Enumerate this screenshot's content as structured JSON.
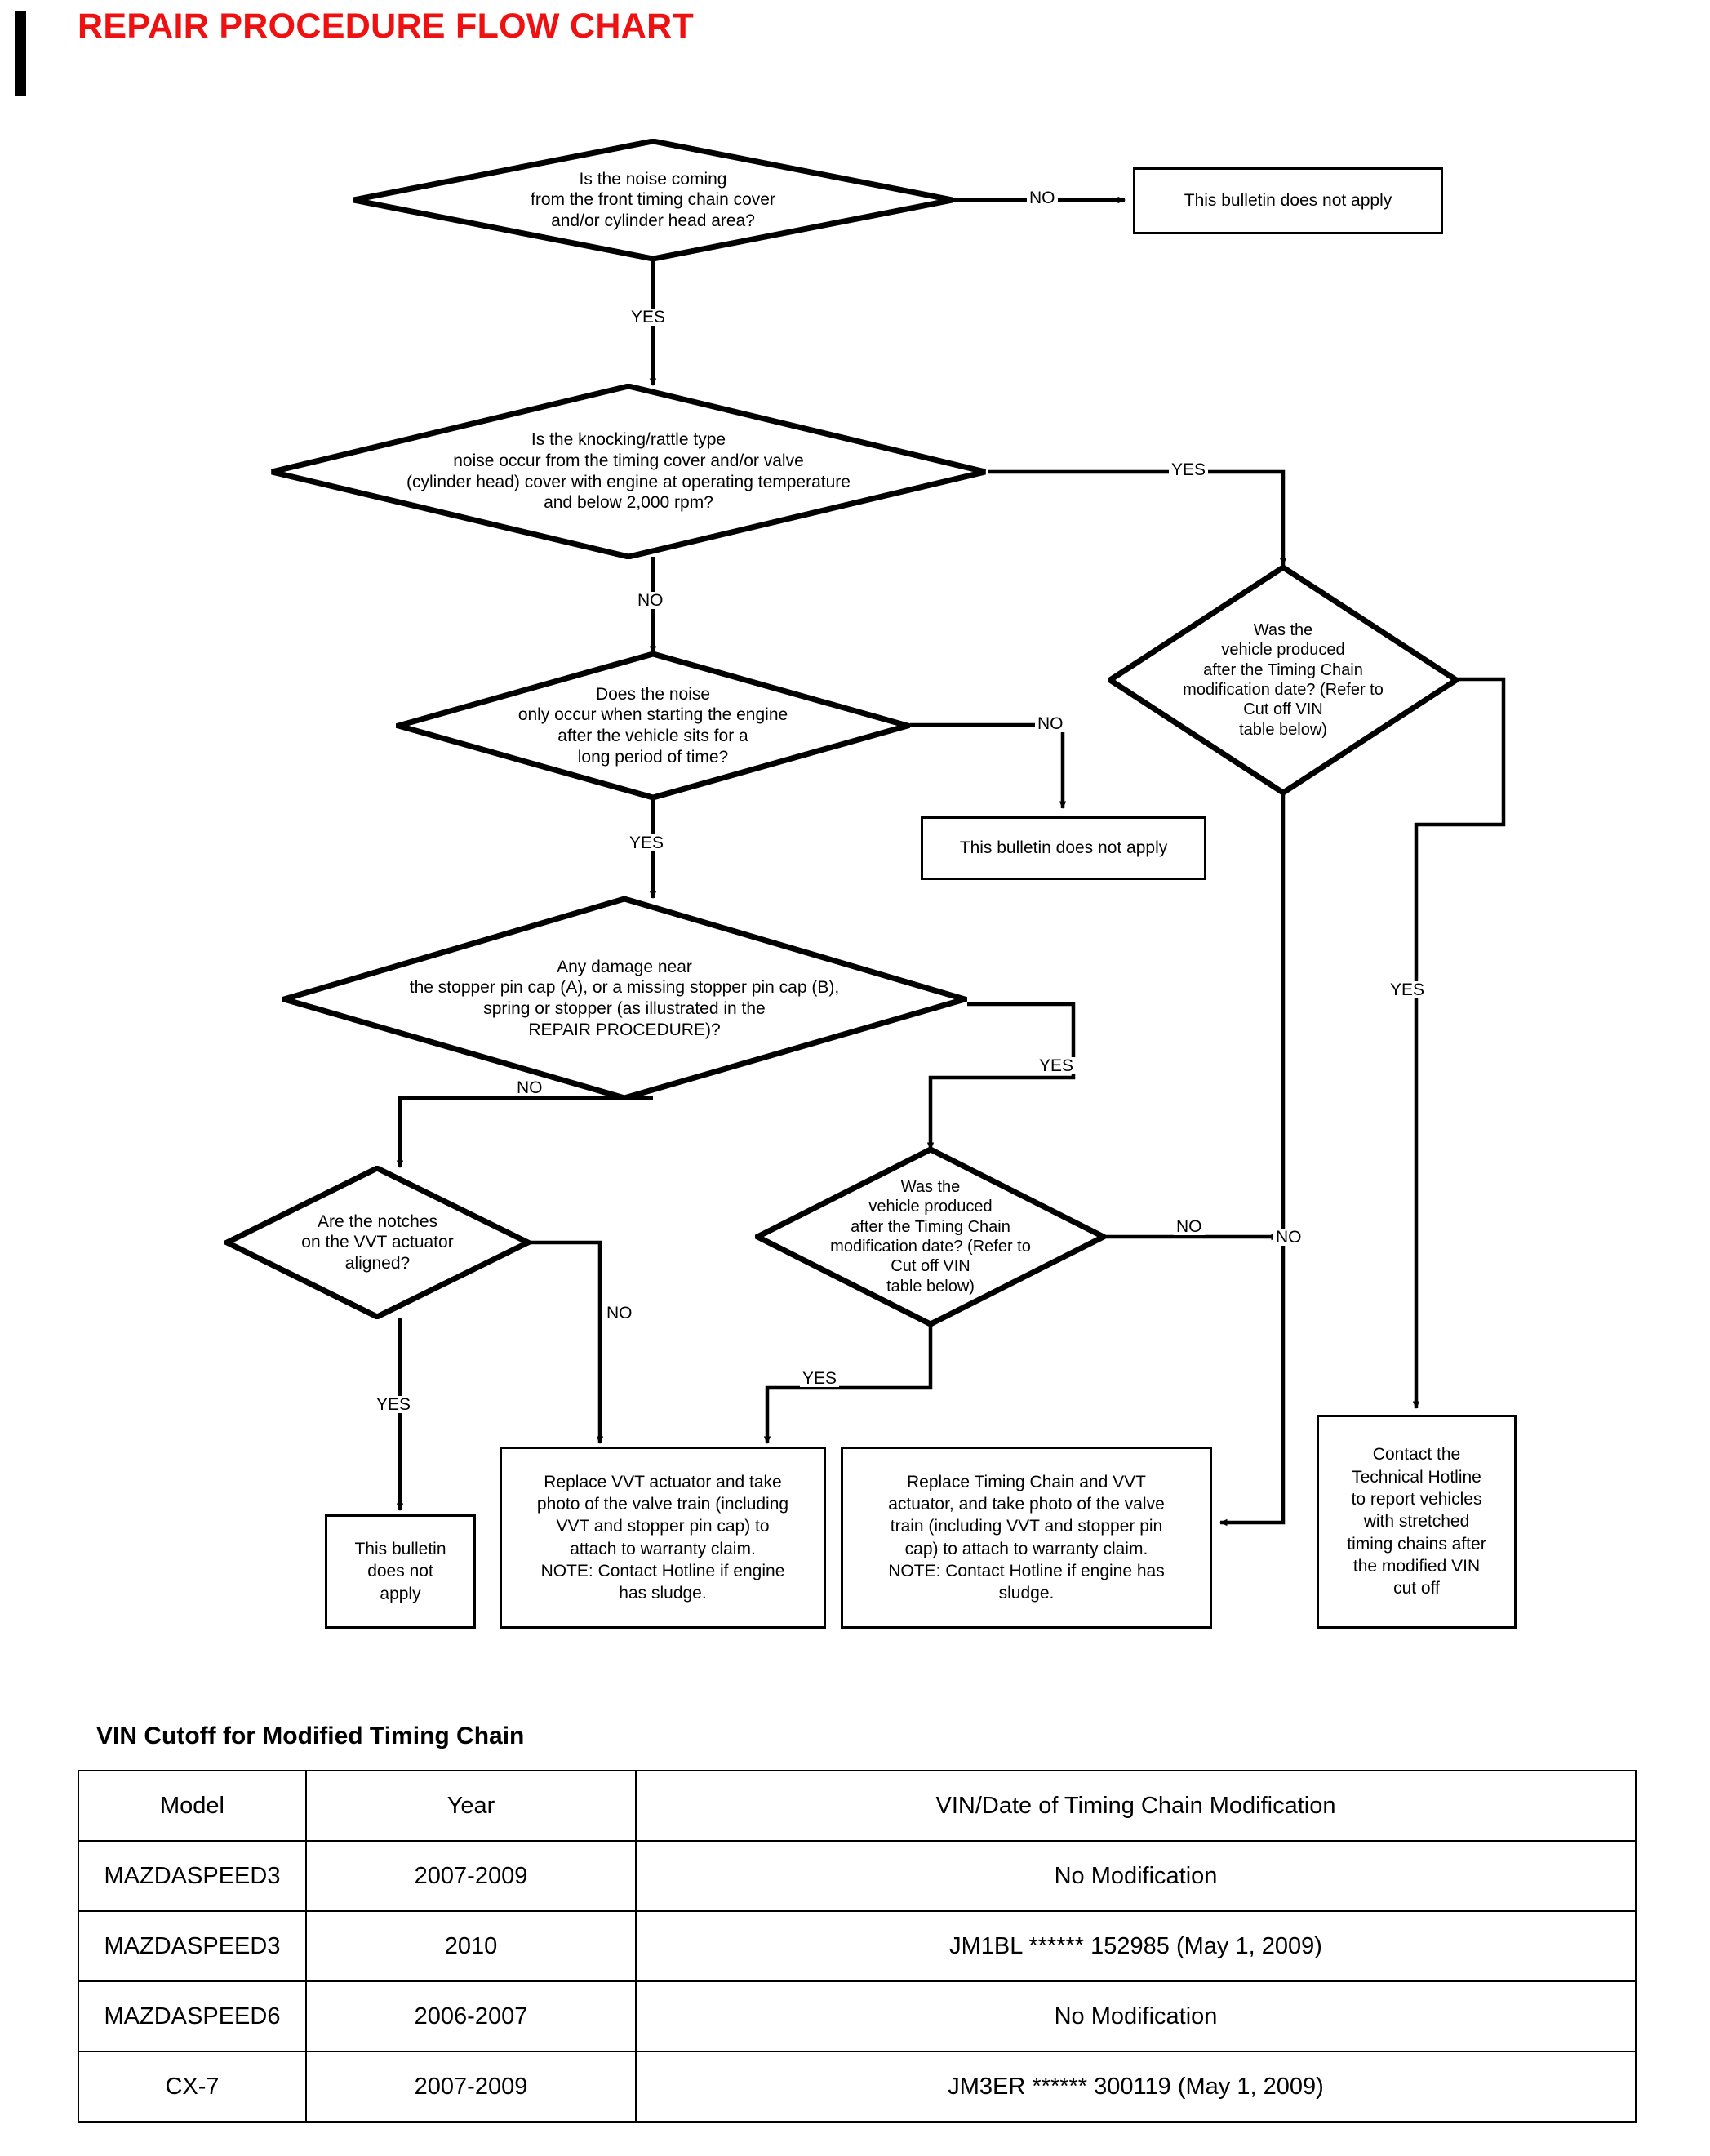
{
  "page": {
    "title": "REPAIR PROCEDURE FLOW CHART",
    "title_color": "#ee1111"
  },
  "flowchart": {
    "nodes": {
      "q1": "Is the noise coming\nfrom the front timing chain cover\nand/or cylinder  head area?",
      "r1": "This bulletin does not apply",
      "q2": "Is the knocking/rattle type\nnoise occur from the timing cover and/or valve\n(cylinder head) cover with engine at operating temperature\nand below 2,000 rpm?",
      "q3": "Does the noise\nonly occur when starting the engine\nafter the vehicle sits for a\nlong period of time?",
      "r2": "This bulletin does not apply",
      "q4": "Was the\nvehicle produced\nafter the Timing Chain\nmodification date?  (Refer to\nCut off  VIN\ntable below)",
      "q5": "Any damage near\nthe stopper pin cap (A), or a missing stopper pin cap (B),\nspring or stopper (as illustrated in the\nREPAIR PROCEDURE)?",
      "q6": "Are the notches\non the VVT actuator\naligned?",
      "q7": "Was the\nvehicle produced\nafter the Timing Chain\nmodification date?  (Refer to\nCut off  VIN\ntable below)",
      "r3": "This bulletin\ndoes not\napply",
      "r4": "Replace VVT actuator and take\nphoto of the valve train (including\nVVT and stopper pin cap) to\nattach to warranty claim.\nNOTE: Contact Hotline if engine\nhas sludge.",
      "r5": "Replace Timing Chain and VVT\nactuator, and take photo of the valve\ntrain (including VVT and stopper pin\ncap) to attach to warranty claim.\nNOTE: Contact Hotline if engine has\nsludge.",
      "r6": "Contact the\nTechnical Hotline\nto report vehicles\nwith stretched\ntiming chains after\nthe modified VIN\ncut off"
    },
    "edge_labels": {
      "q1_no": "NO",
      "q1_yes": "YES",
      "q2_yes": "YES",
      "q2_no": "NO",
      "q3_no": "NO",
      "q3_yes": "YES",
      "q4_yes": "YES",
      "q5_yes": "YES",
      "q5_no": "NO",
      "q6_yes": "YES",
      "q6_no": "NO",
      "q7_no": "NO",
      "q7_yes": "YES",
      "merge_no": "NO"
    }
  },
  "vin_table": {
    "title": "VIN Cutoff for Modified Timing Chain",
    "headers": [
      "Model",
      "Year",
      "VIN/Date of Timing Chain Modification"
    ],
    "rows": [
      [
        "MAZDASPEED3",
        "2007-2009",
        "No Modification"
      ],
      [
        "MAZDASPEED3",
        "2010",
        "JM1BL ****** 152985 (May 1, 2009)"
      ],
      [
        "MAZDASPEED6",
        "2006-2007",
        "No Modification"
      ],
      [
        "CX-7",
        "2007-2009",
        "JM3ER ****** 300119 (May 1, 2009)"
      ]
    ]
  }
}
